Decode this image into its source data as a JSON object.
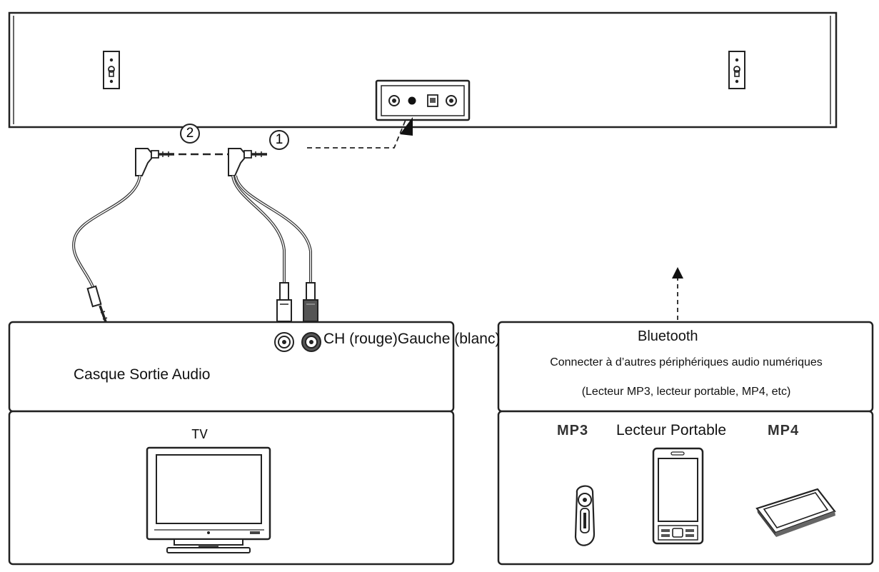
{
  "steps": {
    "one": "1",
    "two": "2"
  },
  "left_panel": {
    "headphone_label": "Casque Sortie Audio",
    "rca_label": "CH (rouge)Gauche (blanc)",
    "tv_label": "TV"
  },
  "right_panel": {
    "bluetooth_label": "Bluetooth",
    "description": "Connecter à d’autres périphériques audio numériques",
    "examples": "(Lecteur MP3, lecteur portable, MP4, etc)",
    "device_mp3": "MP3",
    "device_portable": "Lecteur Portable",
    "device_mp4": "MP4"
  },
  "icons": [
    "keyhole-mount-icon",
    "rear-input-panel-icon",
    "headphone-jack-icon",
    "rca-plug-icon",
    "tv-icon",
    "mp3-player-icon",
    "phone-icon",
    "tablet-icon"
  ]
}
